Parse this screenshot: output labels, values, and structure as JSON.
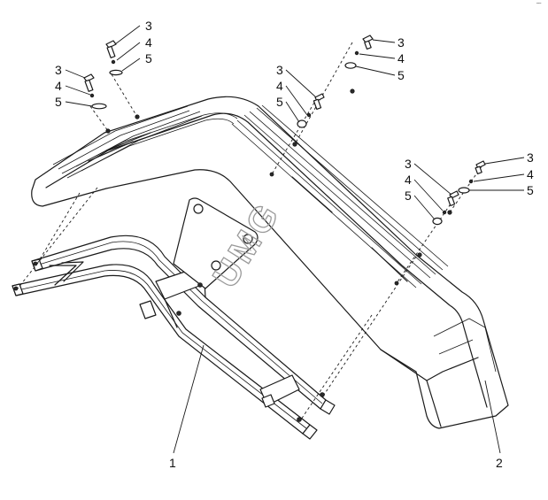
{
  "watermark": "UMG",
  "corner_mark": "˜˜",
  "callouts": {
    "c1": "1",
    "c2": "2",
    "g1_3": "3",
    "g1_4": "4",
    "g1_5": "5",
    "g2_3": "3",
    "g2_4": "4",
    "g2_5": "5",
    "g3_3": "3",
    "g3_4": "4",
    "g3_5": "5",
    "g4_3": "3",
    "g4_4": "4",
    "g4_5": "5",
    "g5_3": "3",
    "g5_4": "4",
    "g5_5": "5",
    "g6_3": "3",
    "g6_4": "4",
    "g6_5": "5"
  }
}
